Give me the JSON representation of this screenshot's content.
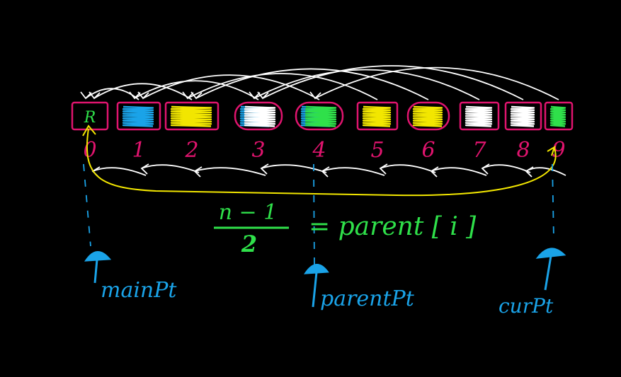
{
  "colors": {
    "background": "#000000",
    "box_border": "#e0146e",
    "index_label": "#e0146e",
    "arrows": "#ffffff",
    "main_path": "#f2e600",
    "root_label": "#2fe04a",
    "formula": "#2fe04a",
    "pointer": "#1aa3e8",
    "fills": [
      "#2fe04a",
      "#1aa3e8",
      "#f2e600",
      "#ffffff"
    ]
  },
  "array": {
    "root_label": "R",
    "cells": [
      {
        "index": "0",
        "fills": []
      },
      {
        "index": "1",
        "fills": [
          "#1aa3e8"
        ]
      },
      {
        "index": "2",
        "fills": [
          "#f2e600"
        ]
      },
      {
        "index": "3",
        "fills": [
          "#1aa3e8",
          "#ffffff"
        ]
      },
      {
        "index": "4",
        "fills": [
          "#1aa3e8",
          "#2fe04a"
        ]
      },
      {
        "index": "5",
        "fills": [
          "#f2e600"
        ]
      },
      {
        "index": "6",
        "fills": [
          "#f2e600"
        ]
      },
      {
        "index": "7",
        "fills": [
          "#ffffff"
        ]
      },
      {
        "index": "8",
        "fills": [
          "#ffffff"
        ]
      },
      {
        "index": "9",
        "fills": [
          "#2fe04a"
        ]
      }
    ]
  },
  "formula": {
    "numerator": "n − 1",
    "denominator": "2",
    "rhs": "= parent [ i ]"
  },
  "pointers": {
    "main": "mainPt",
    "parent": "parentPt",
    "cur": "curPt"
  }
}
